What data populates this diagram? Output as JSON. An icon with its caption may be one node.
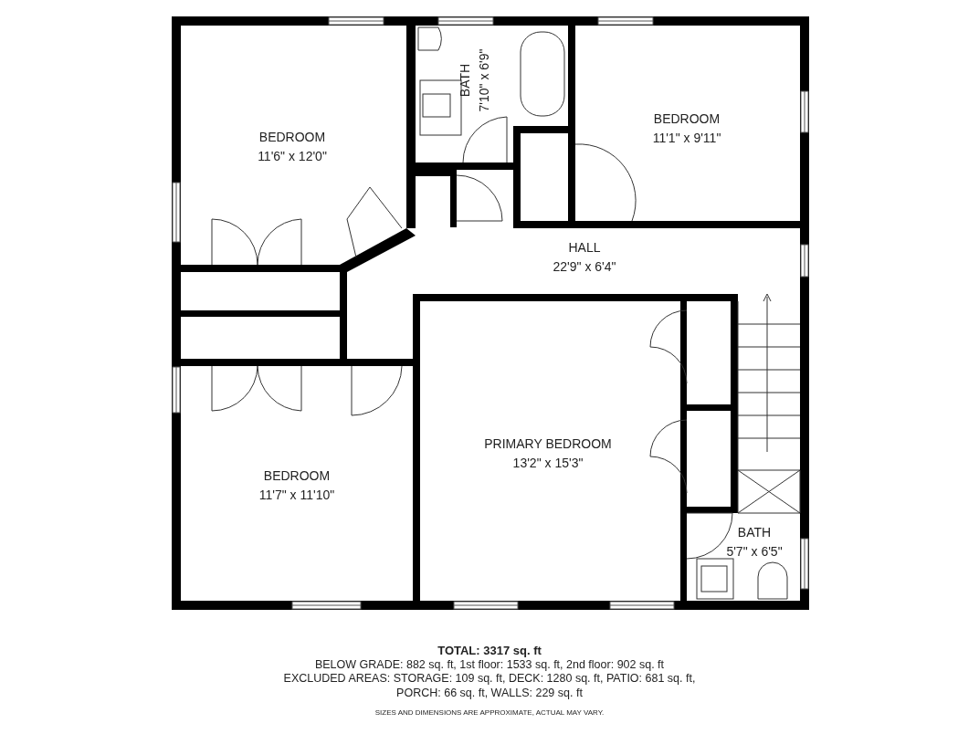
{
  "diagram": {
    "nodes": [
      {
        "text": [
          "BEDROOM",
          "11'6\" x 12'0\""
        ]
      },
      {
        "text": [
          "BATH",
          "7'10\" x 6'9\""
        ]
      },
      {
        "text": [
          "BEDROOM",
          "11'1\" x 9'11\""
        ]
      },
      {
        "text": [
          "HALL",
          "22'9\" x 6'4\""
        ]
      },
      {
        "text": [
          "PRIMARY BEDROOM",
          "13'2\" x 15'3\""
        ]
      },
      {
        "text": [
          "BEDROOM",
          "11'7\" x 11'10\""
        ]
      },
      {
        "text": [
          "BATH",
          "5'7\" x 6'5\""
        ]
      }
    ],
    "labels": [
      "TOTAL: 3317 sq. ft",
      "BELOW GRADE: 882 sq. ft, 1st floor: 1533 sq. ft, 2nd floor: 902 sq. ft",
      "EXCLUDED AREAS: STORAGE: 109 sq. ft, DECK: 1280 sq. ft, PATIO: 681 sq. ft, PORCH: 66 sq. ft, WALLS: 229 sq. ft",
      "SIZES AND DIMENSIONS ARE APPROXIMATE, ACTUAL MAY VARY."
    ]
  }
}
